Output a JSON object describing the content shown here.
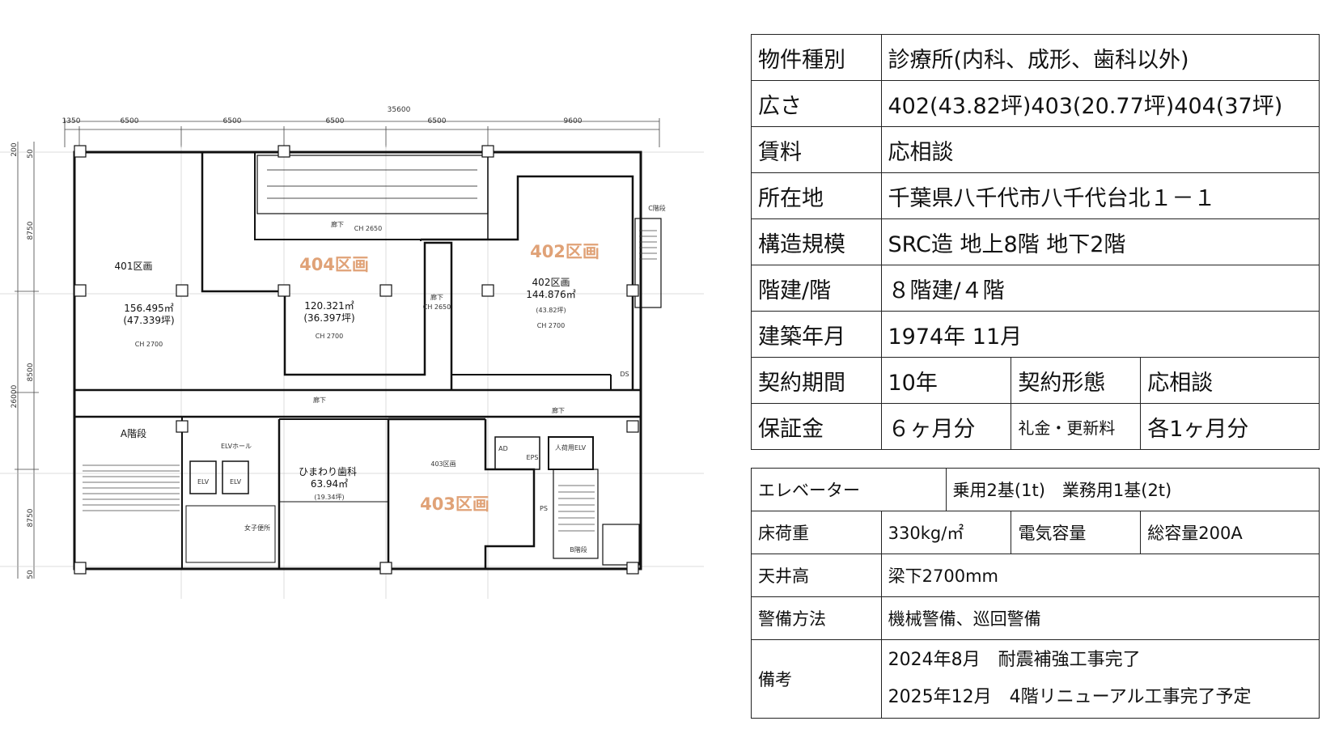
{
  "floorplan": {
    "total_width": "35600",
    "top_dims": [
      "1350",
      "6500",
      "6500",
      "6500",
      "6500",
      "9600"
    ],
    "left_dims": [
      "200",
      "50",
      "8750",
      "8500",
      "26000",
      "8750",
      "50"
    ],
    "rooms": {
      "r401": {
        "name": "401区画",
        "area": "156.495㎡",
        "tsubo": "(47.339坪)",
        "ch": "CH 2700"
      },
      "r404": {
        "name": "404区画",
        "area": "120.321㎡",
        "tsubo": "(36.397坪)",
        "ch": "CH 2700"
      },
      "r402": {
        "name": "402区画",
        "area": "144.876㎡",
        "tsubo": "(43.82坪)",
        "ch": "CH 2700"
      },
      "r403": {
        "name": "403区画"
      },
      "himawari": {
        "name": "ひまわり歯科",
        "area": "63.94㎡",
        "tsubo": "(19.34坪)"
      }
    },
    "labels": {
      "corridor": "廊下",
      "ch2650": "CH 2650",
      "a_stair": "A階段",
      "b_stair": "B階段",
      "c_stair": "C階段",
      "elv_hall": "ELVホール",
      "elv": "ELV",
      "womens": "女子便所",
      "ad": "AD",
      "eps": "EPS",
      "ps": "PS",
      "passenger_elv": "人荷用ELV",
      "ds": "DS"
    },
    "overlay": {
      "r404": "404区画",
      "r402": "402区画",
      "r403": "403区画"
    }
  },
  "table1": {
    "rows": [
      {
        "label": "物件種別",
        "value": "診療所(内科、成形、歯科以外)"
      },
      {
        "label": "広さ",
        "value": "402(43.82坪)403(20.77坪)404(37坪)"
      },
      {
        "label": "賃料",
        "value": "応相談"
      },
      {
        "label": "所在地",
        "value": "千葉県八千代市八千代台北１－１"
      },
      {
        "label": "構造規模",
        "value": "SRC造  地上8階 地下2階"
      },
      {
        "label": "階建/階",
        "value": " ８階建/４階"
      },
      {
        "label": "建築年月",
        "value": "1974年 11月"
      }
    ],
    "contract": {
      "label": "契約期間",
      "value": "10年",
      "label2": "契約形態",
      "value2": "応相談"
    },
    "deposit": {
      "label": "保証金",
      "value": " ６ヶ月分",
      "label2": "礼金・更新料",
      "value2": "各1ヶ月分"
    }
  },
  "table2": {
    "elevator": {
      "label": "エレベーター",
      "value": "乗用2基(1t)　業務用1基(2t)"
    },
    "floor_load": {
      "label": "床荷重",
      "value": "330kg/㎡",
      "label2": "電気容量",
      "value2": "総容量200A"
    },
    "ceiling": {
      "label": "天井高",
      "value": "梁下2700mm"
    },
    "security": {
      "label": "警備方法",
      "value": "機械警備、巡回警備"
    },
    "remarks": {
      "label": "備考",
      "line1": "2024年8月　耐震補強工事完了",
      "line2": "2025年12月　4階リニューアル工事完了予定"
    }
  }
}
